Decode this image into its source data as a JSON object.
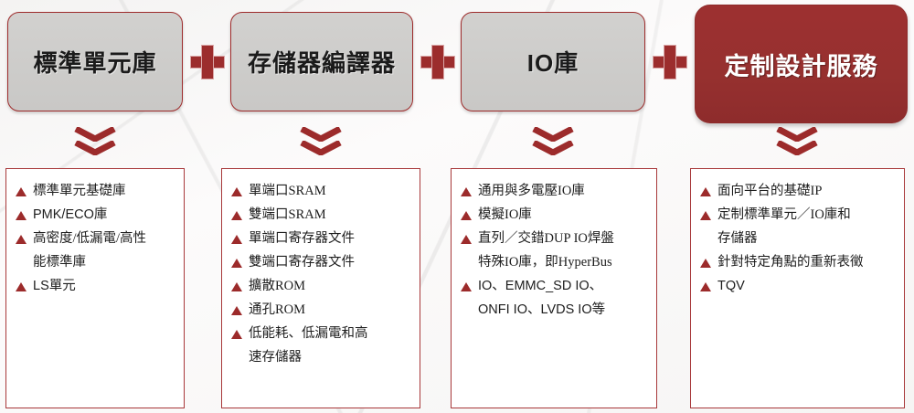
{
  "theme": {
    "accent_red": "#9c2d2d",
    "card_gray": "#cdccca",
    "card_red": "#96302f",
    "box_border": "#a8383a",
    "text_dark": "#1d1d1d",
    "text_light": "#ffffff"
  },
  "cards": [
    {
      "title": "標準單元庫",
      "style": "gray"
    },
    {
      "title": "存儲器編譯器",
      "style": "gray"
    },
    {
      "title": "IO庫",
      "style": "gray"
    },
    {
      "title": "定制設計服務",
      "style": "red"
    }
  ],
  "connectors": [
    {
      "icon": "plus-icon",
      "label": "+"
    },
    {
      "icon": "plus-icon",
      "label": "+"
    },
    {
      "icon": "plus-icon",
      "label": "+"
    }
  ],
  "arrows": [
    {
      "icon": "double-chevron-down-icon"
    },
    {
      "icon": "double-chevron-down-icon"
    },
    {
      "icon": "double-chevron-down-icon"
    },
    {
      "icon": "double-chevron-down-icon"
    }
  ],
  "details": [
    {
      "column": "標準單元庫",
      "items": [
        {
          "text": "標準單元基礎庫",
          "bullet": true
        },
        {
          "text": "PMK/ECO庫",
          "bullet": true
        },
        {
          "text": "高密度/低漏電/高性",
          "bullet": true
        },
        {
          "text": "能標準庫",
          "bullet": false
        },
        {
          "text": "LS單元",
          "bullet": true
        }
      ]
    },
    {
      "column": "存儲器編譯器",
      "items": [
        {
          "text": "單端口SRAM",
          "bullet": true
        },
        {
          "text": "雙端口SRAM",
          "bullet": true
        },
        {
          "text": "單端口寄存器文件",
          "bullet": true
        },
        {
          "text": "雙端口寄存器文件",
          "bullet": true
        },
        {
          "text": "擴散ROM",
          "bullet": true
        },
        {
          "text": "通孔ROM",
          "bullet": true
        },
        {
          "text": "低能耗、低漏電和高",
          "bullet": true
        },
        {
          "text": "速存儲器",
          "bullet": false
        }
      ]
    },
    {
      "column": "IO庫",
      "items": [
        {
          "text": "通用與多電壓IO庫",
          "bullet": true
        },
        {
          "text": "模擬IO庫",
          "bullet": true
        },
        {
          "text": "直列／交錯DUP IO焊盤",
          "bullet": true
        },
        {
          "text": "特殊IO庫，即HyperBus",
          "bullet": false
        },
        {
          "text": "IO、EMMC_SD IO、",
          "bullet": true
        },
        {
          "text": "ONFI IO、LVDS IO等",
          "bullet": false
        }
      ]
    },
    {
      "column": "定制設計服務",
      "items": [
        {
          "text": "面向平台的基礎IP",
          "bullet": true
        },
        {
          "text": "定制標準單元／IO庫和",
          "bullet": true
        },
        {
          "text": "存儲器",
          "bullet": false
        },
        {
          "text": "針對特定角點的重新表徵",
          "bullet": true
        },
        {
          "text": "TQV",
          "bullet": true
        }
      ]
    }
  ]
}
